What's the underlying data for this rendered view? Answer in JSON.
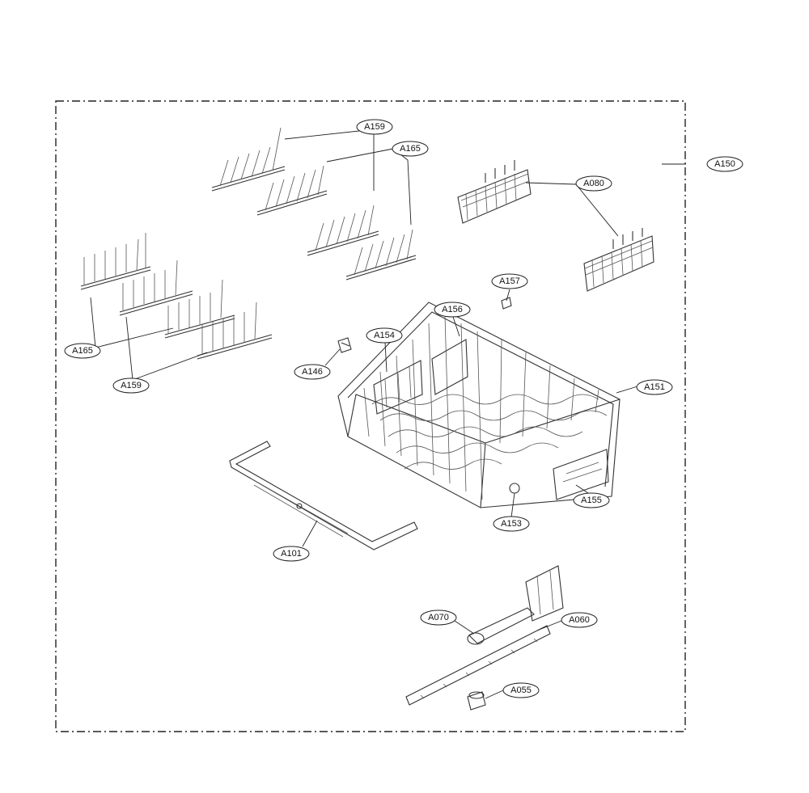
{
  "diagram": {
    "labels": {
      "a150": "A150",
      "a159_top": "A159",
      "a165_top": "A165",
      "a080": "A080",
      "a157": "A157",
      "a156": "A156",
      "a154": "A154",
      "a146": "A146",
      "a165_left": "A165",
      "a159_left": "A159",
      "a151": "A151",
      "a155": "A155",
      "a153": "A153",
      "a101": "A101",
      "a070": "A070",
      "a060": "A060",
      "a055": "A055"
    }
  }
}
